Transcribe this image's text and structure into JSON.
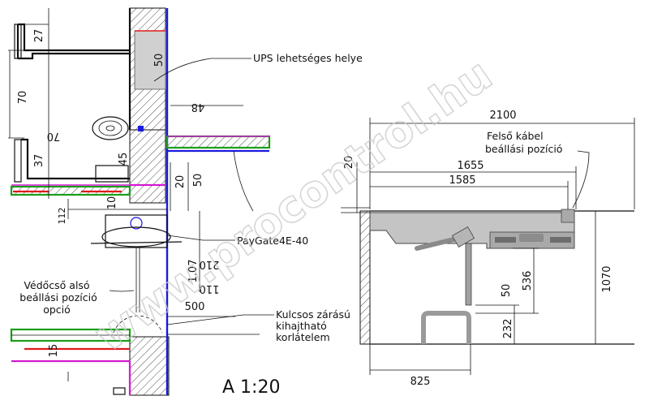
{
  "colors": {
    "wall_blue": "#1a1ae0",
    "pipe_green": "#1a9e1a",
    "pipe_red": "#e01a1a",
    "pipe_magenta": "#d21ad2",
    "fill_gray": "#d0d0d0",
    "equipment_gray": "#a9a9a9",
    "watermark": "#c9c9c9"
  },
  "watermark": "www.procontrol.hu",
  "plan_view": {
    "dims": {
      "d27": "27",
      "d50_top": "50",
      "d70_left": "70",
      "d48": "48",
      "d70_inv": "70",
      "d45": "45",
      "d37": "37",
      "d20": "20",
      "d50_mid": "50",
      "d10": "10",
      "d112": "112",
      "d210": "210",
      "d107": "1.07",
      "d110": "110",
      "d500": "500",
      "d15": "15"
    },
    "labels": {
      "ups": "UPS lehetséges helye",
      "paygate": "PayGate4E-40",
      "vedocso_1": "Védőcső alsó",
      "vedocso_2": "beállási pozíció",
      "vedocso_3": "opció",
      "kulcsos_1": "Kulcsos zárású",
      "kulcsos_2": "kihajtható",
      "kulcsos_3": "korlátelem"
    },
    "scale": "A 1:20"
  },
  "side_view": {
    "dims": {
      "total_width": "2100",
      "width_1655": "1655",
      "width_1585": "1585",
      "left_20": "20",
      "height_1070": "1070",
      "height_536": "536",
      "height_50": "50",
      "height_232": "232",
      "width_825": "825"
    },
    "labels": {
      "felso_1": "Felső kábel",
      "felso_2": "beállási pozíció"
    }
  }
}
